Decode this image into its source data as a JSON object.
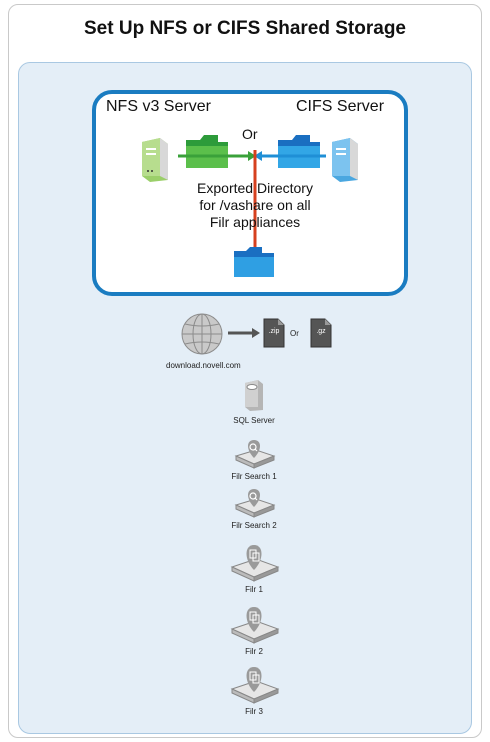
{
  "title": "Set Up NFS or CIFS Shared Storage",
  "storage": {
    "nfs_label": "NFS v3 Server",
    "cifs_label": "CIFS Server",
    "or_label": "Or",
    "exported_line1": "Exported Directory",
    "exported_line2": "for /vashare on all",
    "exported_line3": "Filr appliances"
  },
  "download": {
    "site_label": "download.novell.com",
    "zip_label": ".zip",
    "or_label": "Or",
    "gz_label": ".gz"
  },
  "appliances": [
    {
      "label": "SQL Server",
      "icon": "database-server-icon"
    },
    {
      "label": "Filr Search 1",
      "icon": "search-appliance-icon"
    },
    {
      "label": "Filr Search 2",
      "icon": "search-appliance-icon"
    },
    {
      "label": "Filr 1",
      "icon": "filr-appliance-icon"
    },
    {
      "label": "Filr 2",
      "icon": "filr-appliance-icon"
    },
    {
      "label": "Filr 3",
      "icon": "filr-appliance-icon"
    }
  ],
  "colors": {
    "frame_border": "#1a7cc1",
    "panel_bg": "#e4eef7",
    "arrow_green": "#3aa13a",
    "arrow_red": "#d6401f",
    "arrow_blue": "#1f8fd6"
  }
}
